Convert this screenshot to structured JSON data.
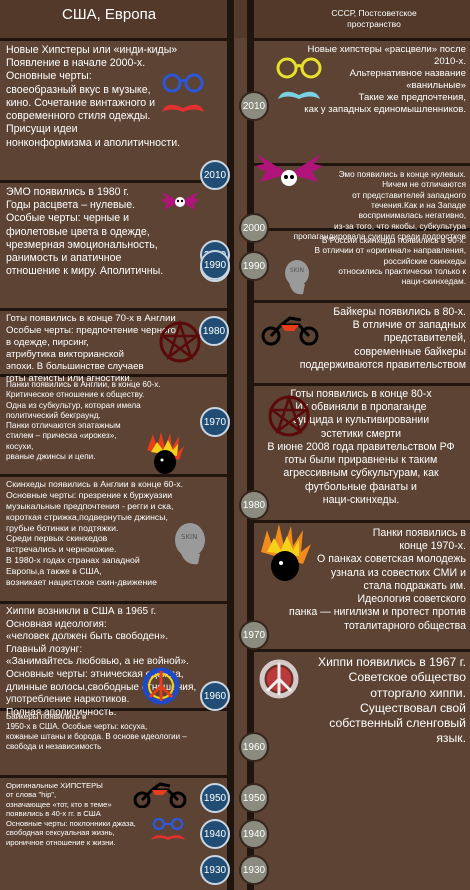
{
  "header": {
    "left_title": "США, Европа",
    "right_title": "СССР, Постсоветское пространство"
  },
  "left": {
    "hipsters": "Новые Хипстеры или «инди-киды»\nПоявление в начале 2000-х.\nОсновные черты:\nсвоеобразный вкус в музыке,\nкино. Сочетание винтажного и\nсовременного стиля одежды.\nПрисущи идеи\nнонконформизма и аполитичности.",
    "emo": "ЭМО появились в 1980 г.\nГоды расцвета – нулевые.\nОсобые черты: черные и\nфиолетовые цвета в одежде,\nчрезмерная эмоциональность,\nранимость и апатичное\nотношение к миру. Аполитичны.",
    "goths": "Готы появились в конце 70-х в Англии\nОсобые черты: предпочтение черного\nв одежде, пирсинг,\nатрибутика викторианской\nэпохи. В большинстве случаев\nготы атеисты или агностики.",
    "punks": "Панки появились в Англии, в конце 60-х.\nКритическое отношение к обществу.\nОдна из субкультур, которая имела\nполитический бекграунд.\nПанки отличаются эпатажным\nстилем – прическа «ирокез»,\nкосухи,\nрваные джинсы и цепи.",
    "skinheads": "Скинхеды появились в Англии в конце 60-х.\nОсновные черты: презрение к буржуазии\nмузыкальные предпочтения - регги и ска,\nкороткая стрижка,подвернутые джинсы,\nгрубые ботинки и подтяжки.\nСреди первых скинхедов\nвстречались и чернокожие.\nВ 1980-х годах странах западной\nЕвропы,а также в США,\nвозникает нацистское скин-движение",
    "hippies": "Хиппи возникли в США в 1965 г.\nОсновная идеология:\n«человек должен быть свободен».\nГлавный лозунг:\n«Занимайтесь любовью, а не войной».\nОсновные черты: этническая одежда,\nдлинные волосы,свободные отношения,\nупотребление наркотиков.\nПолная аполитичность.",
    "bikers": "Байкеры появились в\n1950-х в США. Особые черты: косуха,\nкожаные штаны и борода. В основе идеологии –\nсвобода и независимость",
    "old_hipsters": "Оригинальные ХИПСТЕРЫ\nот слова \"hip\",\nозначающее «тот, кто в теме»\nпоявились в 40-х гг. в США\nОсновные черты: поклонники джаза,\nсвободная сексуальная жизнь,\nироничное отношение к жизни."
  },
  "right": {
    "hipsters": "Новые хипстеры «расцвели» после\n2010-х.\nАльтернативное название\n«ванильные»\nТакие же предпочтения,\nкак у западных единомышленников.",
    "emo": "Эмо появились в конце нулевых.\nНичем не отличаются\nот представителей западного\nтечения.Как и на Западе\nвоспринималась негативно,\nиз-за того, что якобы, субкультура\nпропагандировала суицид среди подростков",
    "skinheads": "В России скинхеды появились в 90-х.\nВ отличии от «оригинал» направления,\nроссийские скинхеды\nотносились практически только к\nнаци-скинхедам.",
    "bikers": "Байкеры появились в 80-х.\nВ отличие от западных\nпредставителей,\nсовременные байкеры\nподдерживаются правительством",
    "goths": "Готы появились в конце 80-х\nИх обвиняли в пропаганде\nсуицида и культивировании\nэстетики смерти\nВ июне 2008 года правительством РФ\nготы были приравнены к таким\nагрессивным субкультурам, как\nфутбольные фанаты и\nнаци-скинхеды.",
    "punks": "Панки появились в\nконце 1970-х.\nО панках советская молодежь\nузнала из совестких СМИ и\nстала подражать им.\nИдеология советского\nпанка — нигилизм и протест против\nтоталитарного общества",
    "hippies": "Хиппи появились в 1967 г.\nСоветское общество\nотторгало хиппи.\nСуществовал свой\nсобственный сленговый язык."
  },
  "years_left": [
    "2010",
    "2000",
    "1990",
    "1980",
    "1970",
    "1960",
    "1950",
    "1940",
    "1930"
  ],
  "years_right": [
    "2010",
    "2000",
    "1990",
    "1980",
    "1970",
    "1960",
    "1950",
    "1940",
    "1930"
  ],
  "skin_label": "SKIN",
  "colors": {
    "background": "#5c4333",
    "header": "#52392a",
    "spine": "#1f140e",
    "year_blue": "#214d74",
    "year_gray": "#8b8b80"
  }
}
